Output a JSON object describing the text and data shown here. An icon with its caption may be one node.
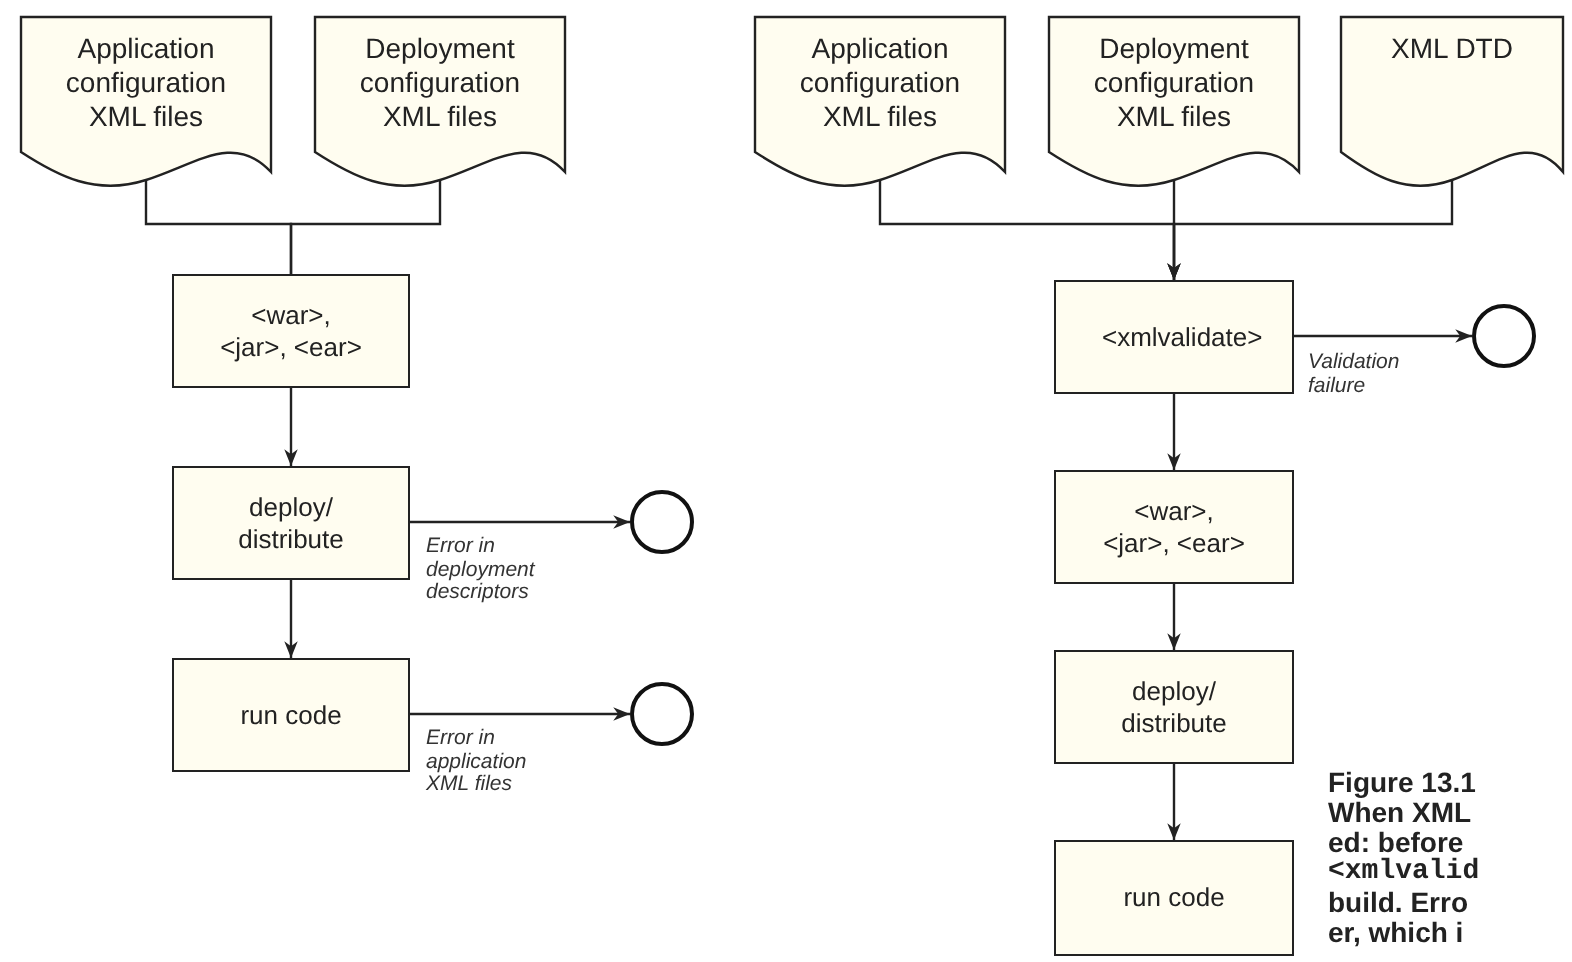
{
  "diagram": {
    "nodes": [
      {
        "text": [
          "Application configuration XML files"
        ]
      },
      {
        "text": [
          "Deployment configuration XML files"
        ]
      },
      {
        "text": [
          "<war>, <jar>, <ear>"
        ]
      },
      {
        "text": [
          "deploy/ distribute"
        ]
      },
      {
        "text": [
          "run code"
        ]
      },
      {
        "text": [],
        "shape": "circle"
      },
      {
        "text": [],
        "shape": "circle"
      },
      {
        "text": [
          "Application configuration XML files"
        ]
      },
      {
        "text": [
          "Deployment configuration XML files"
        ]
      },
      {
        "text": [
          "XML DTD"
        ]
      },
      {
        "text": [
          "<xmlvalidate>"
        ]
      },
      {
        "text": [],
        "shape": "circle"
      },
      {
        "text": [
          "<war>, <jar>, <ear>"
        ]
      },
      {
        "text": [
          "deploy/ distribute"
        ]
      },
      {
        "text": [
          "run code"
        ]
      }
    ],
    "edges": [
      {
        "from": 0,
        "to": 2,
        "arrow": "none"
      },
      {
        "from": 1,
        "to": 2,
        "arrow": "none"
      },
      {
        "from": 2,
        "to": 3,
        "arrow": "to"
      },
      {
        "from": 3,
        "to": 4,
        "arrow": "to"
      },
      {
        "from": 3,
        "to": 5,
        "arrow": "to",
        "label": "Error in deployment descriptors"
      },
      {
        "from": 4,
        "to": 6,
        "arrow": "to",
        "label": "Error in application XML files"
      },
      {
        "from": 7,
        "to": 10,
        "arrow": "to"
      },
      {
        "from": 8,
        "to": 10,
        "arrow": "to"
      },
      {
        "from": 9,
        "to": 10,
        "arrow": "to"
      },
      {
        "from": 10,
        "to": 11,
        "arrow": "to",
        "label": "Validation failure"
      },
      {
        "from": 10,
        "to": 12,
        "arrow": "to"
      },
      {
        "from": 12,
        "to": 13,
        "arrow": "to"
      },
      {
        "from": 13,
        "to": 14,
        "arrow": "to"
      }
    ],
    "labels": [
      "Figure 13.1",
      "When XML",
      "ed: before",
      "<xmlvalid",
      "build. Erro",
      "er, which i"
    ]
  }
}
